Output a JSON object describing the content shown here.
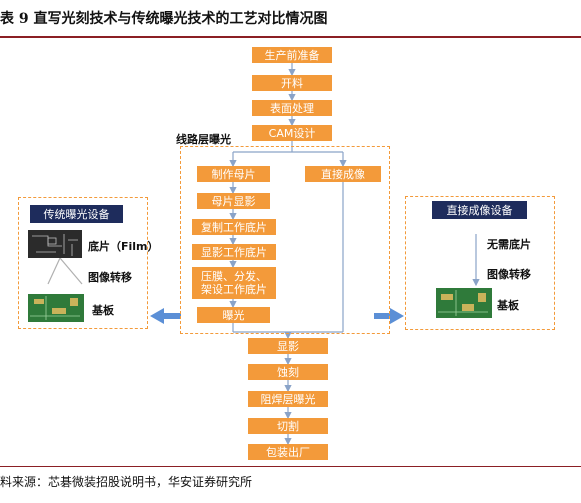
{
  "header": {
    "title": "表 9 直写光刻技术与传统曝光技术的工艺对比情况图",
    "source": "料来源：芯碁微装招股说明书，华安证券研究所"
  },
  "colors": {
    "process_box": "#f39a3a",
    "equipment_title": "#1e2c5c",
    "arrow_blue": "#5b8fd6",
    "rule": "#8b1f24"
  },
  "process": {
    "top_steps": [
      "生产前准备",
      "开料",
      "表面处理",
      "CAM设计"
    ],
    "circuit_layer_label": "线路层曝光",
    "traditional_steps": [
      "制作母片",
      "母片显影",
      "复制工作底片",
      "显影工作底片",
      "压膜、分发、架设工作底片",
      "曝光"
    ],
    "direct_step": "直接成像",
    "bottom_steps": [
      "显影",
      "蚀刻",
      "阻焊层曝光",
      "切割",
      "包装出厂"
    ]
  },
  "left_panel": {
    "title": "传统曝光设备",
    "labels": [
      "底片（Film）",
      "图像转移",
      "基板"
    ]
  },
  "right_panel": {
    "title": "直接成像设备",
    "labels": [
      "无需底片",
      "图像转移",
      "基板"
    ]
  }
}
